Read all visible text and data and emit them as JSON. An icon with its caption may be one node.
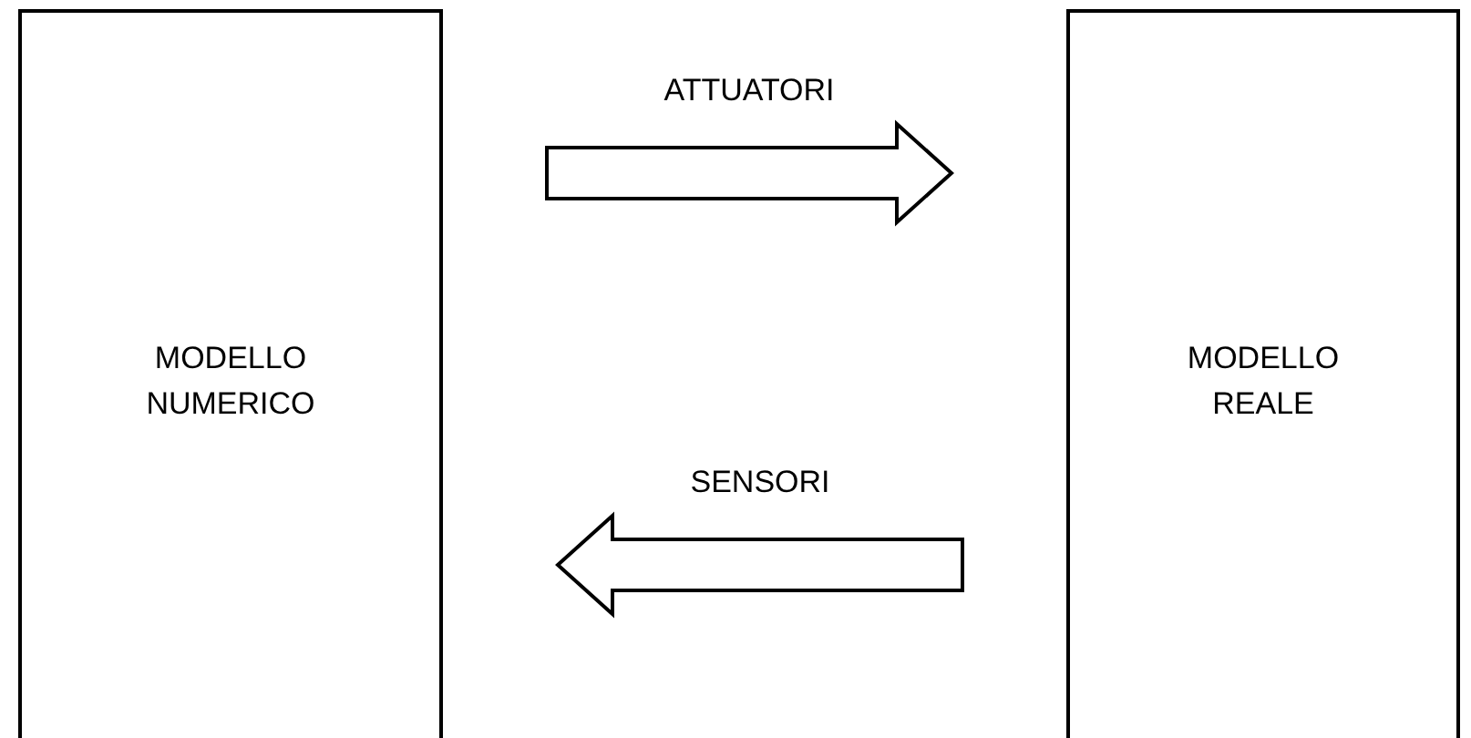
{
  "diagram": {
    "nodes": [
      {
        "text": [
          "MODELLO NUMERICO"
        ]
      },
      {
        "text": [
          "MODELLO REALE"
        ]
      }
    ],
    "edges": [
      {
        "from": 0,
        "to": 1,
        "arrow": "to",
        "label": "ATTUATORI"
      },
      {
        "from": 1,
        "to": 0,
        "arrow": "to",
        "label": "SENSORI"
      }
    ]
  }
}
